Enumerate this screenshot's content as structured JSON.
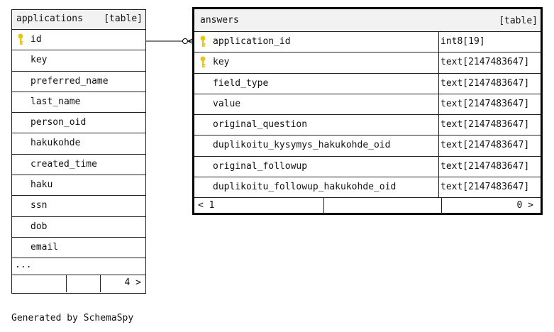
{
  "applications": {
    "name": "applications",
    "kind": "[table]",
    "columns": [
      "id",
      "key",
      "preferred_name",
      "last_name",
      "person_oid",
      "hakukohde",
      "created_time",
      "haku",
      "ssn",
      "dob",
      "email"
    ],
    "more": "...",
    "footer_count": "4 >"
  },
  "answers": {
    "name": "answers",
    "kind": "[table]",
    "columns": [
      {
        "name": "application_id",
        "type": "int8[19]"
      },
      {
        "name": "key",
        "type": "text[2147483647]"
      },
      {
        "name": "field_type",
        "type": "text[2147483647]"
      },
      {
        "name": "value",
        "type": "text[2147483647]"
      },
      {
        "name": "original_question",
        "type": "text[2147483647]"
      },
      {
        "name": "duplikoitu_kysymys_hakukohde_oid",
        "type": "text[2147483647]"
      },
      {
        "name": "original_followup",
        "type": "text[2147483647]"
      },
      {
        "name": "duplikoitu_followup_hakukohde_oid",
        "type": "text[2147483647]"
      }
    ],
    "footer_left": "< 1",
    "footer_right": "0 >"
  },
  "caption": "Generated by SchemaSpy",
  "colors": {
    "key_icon": "#e6c619",
    "header_bg": "#f2f2f2",
    "border": "#222222"
  }
}
